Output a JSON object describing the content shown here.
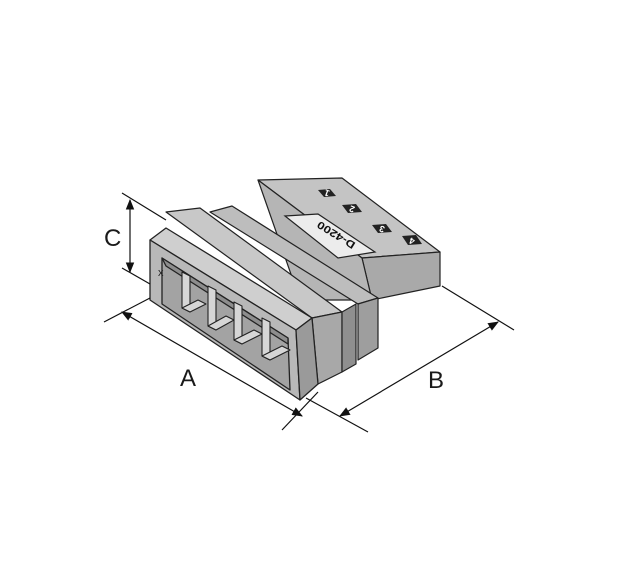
{
  "dimension_labels": {
    "a": "A",
    "b": "B",
    "c": "C"
  },
  "connector": {
    "part_marking": "D-4200",
    "pin_numbers": [
      "1",
      "2",
      "3",
      "4"
    ],
    "corner_mark": "x"
  },
  "colors": {
    "body_light": "#bdbdbd",
    "body_mid": "#a6a6a6",
    "body_dark": "#8c8c8c",
    "outline": "#222222",
    "cavity": "#9b9b9b",
    "pin": "#d0d0d0"
  }
}
